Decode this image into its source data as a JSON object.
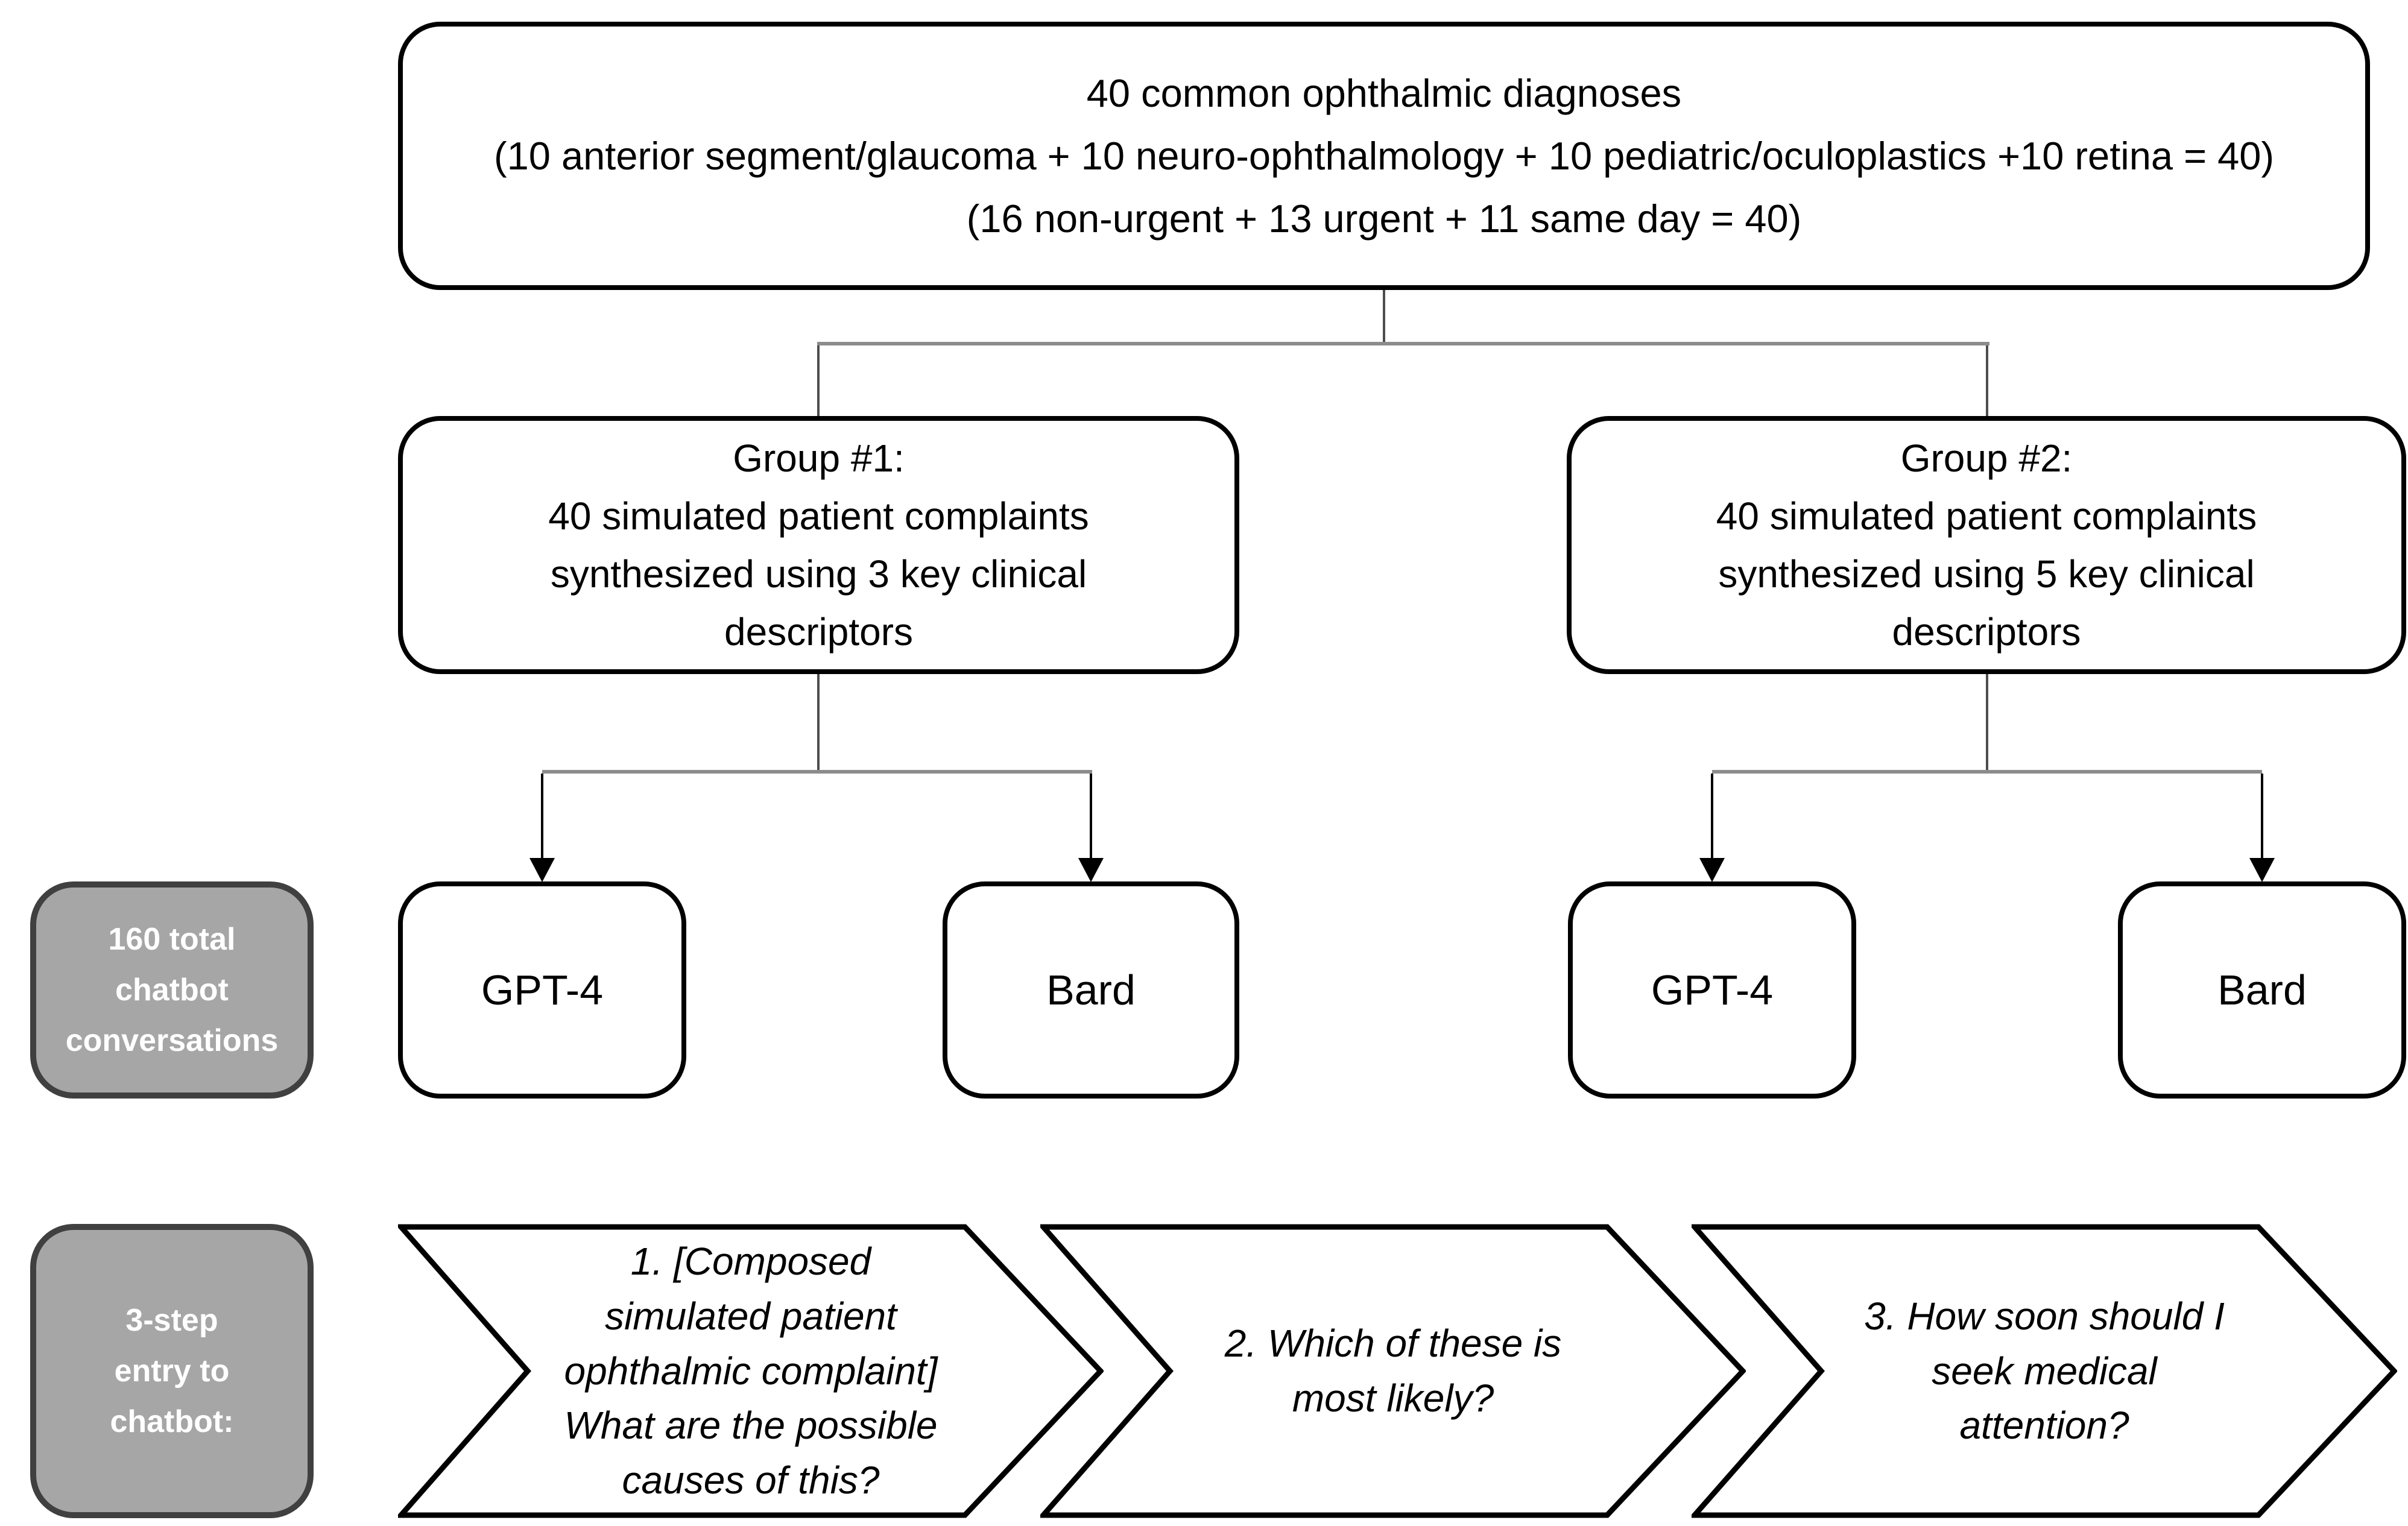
{
  "figure": {
    "top_box": "40 common ophthalmic diagnoses\n(10 anterior segment/glaucoma + 10 neuro-ophthalmology + 10 pediatric/oculoplastics +10 retina = 40)\n(16 non-urgent + 13 urgent + 11 same day = 40)",
    "groups": [
      {
        "text": "Group #1:\n40 simulated patient complaints\nsynthesized using 3 key clinical\ndescriptors"
      },
      {
        "text": "Group #2:\n40 simulated patient complaints\nsynthesized using 5 key clinical\ndescriptors"
      }
    ],
    "chatbots": [
      {
        "label": "GPT-4"
      },
      {
        "label": "Bard"
      },
      {
        "label": "GPT-4"
      },
      {
        "label": "Bard"
      }
    ],
    "side_labels": {
      "conversations": "160 total\nchatbot\nconversations",
      "entry": "3-step\nentry to\nchatbot:"
    },
    "steps": [
      {
        "text": "1. [Composed\nsimulated patient\nophthalmic complaint]\nWhat are the possible\ncauses of this?"
      },
      {
        "text": "2. Which of these is\nmost likely?"
      },
      {
        "text": "3. How soon should I\nseek medical\nattention?"
      }
    ],
    "colors": {
      "background": "#ffffff",
      "box_border": "#000000",
      "gray_fill": "#a6a6a6",
      "gray_border": "#404040",
      "gray_text": "#ffffff",
      "connector_dark": "#4d4d4d",
      "connector_light": "#8c8c8c",
      "arrow": "#000000"
    }
  }
}
